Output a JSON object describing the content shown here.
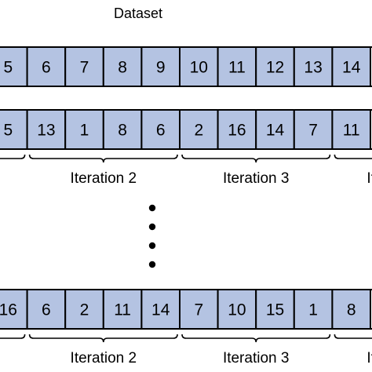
{
  "title": "Dataset",
  "colors": {
    "cell_fill": "#b4c3e2",
    "stroke": "#000000",
    "background": "#ffffff"
  },
  "rows": [
    {
      "id": "dataset-row",
      "cells": [
        "5",
        "6",
        "7",
        "8",
        "9",
        "10",
        "11",
        "12",
        "13",
        "14"
      ]
    },
    {
      "id": "shuffle-row-1",
      "cells": [
        "5",
        "13",
        "1",
        "8",
        "6",
        "2",
        "16",
        "14",
        "7",
        "11"
      ]
    },
    {
      "id": "shuffle-row-final",
      "cells": [
        "16",
        "6",
        "2",
        "11",
        "14",
        "7",
        "10",
        "15",
        "1",
        "8"
      ]
    }
  ],
  "iteration_labels_top": [
    "Iteration 2",
    "Iteration 3",
    "Iterati"
  ],
  "iteration_labels_bottom": [
    "Iteration 2",
    "Iteration 3",
    "Iterati"
  ],
  "ellipsis_dot_count": 4
}
